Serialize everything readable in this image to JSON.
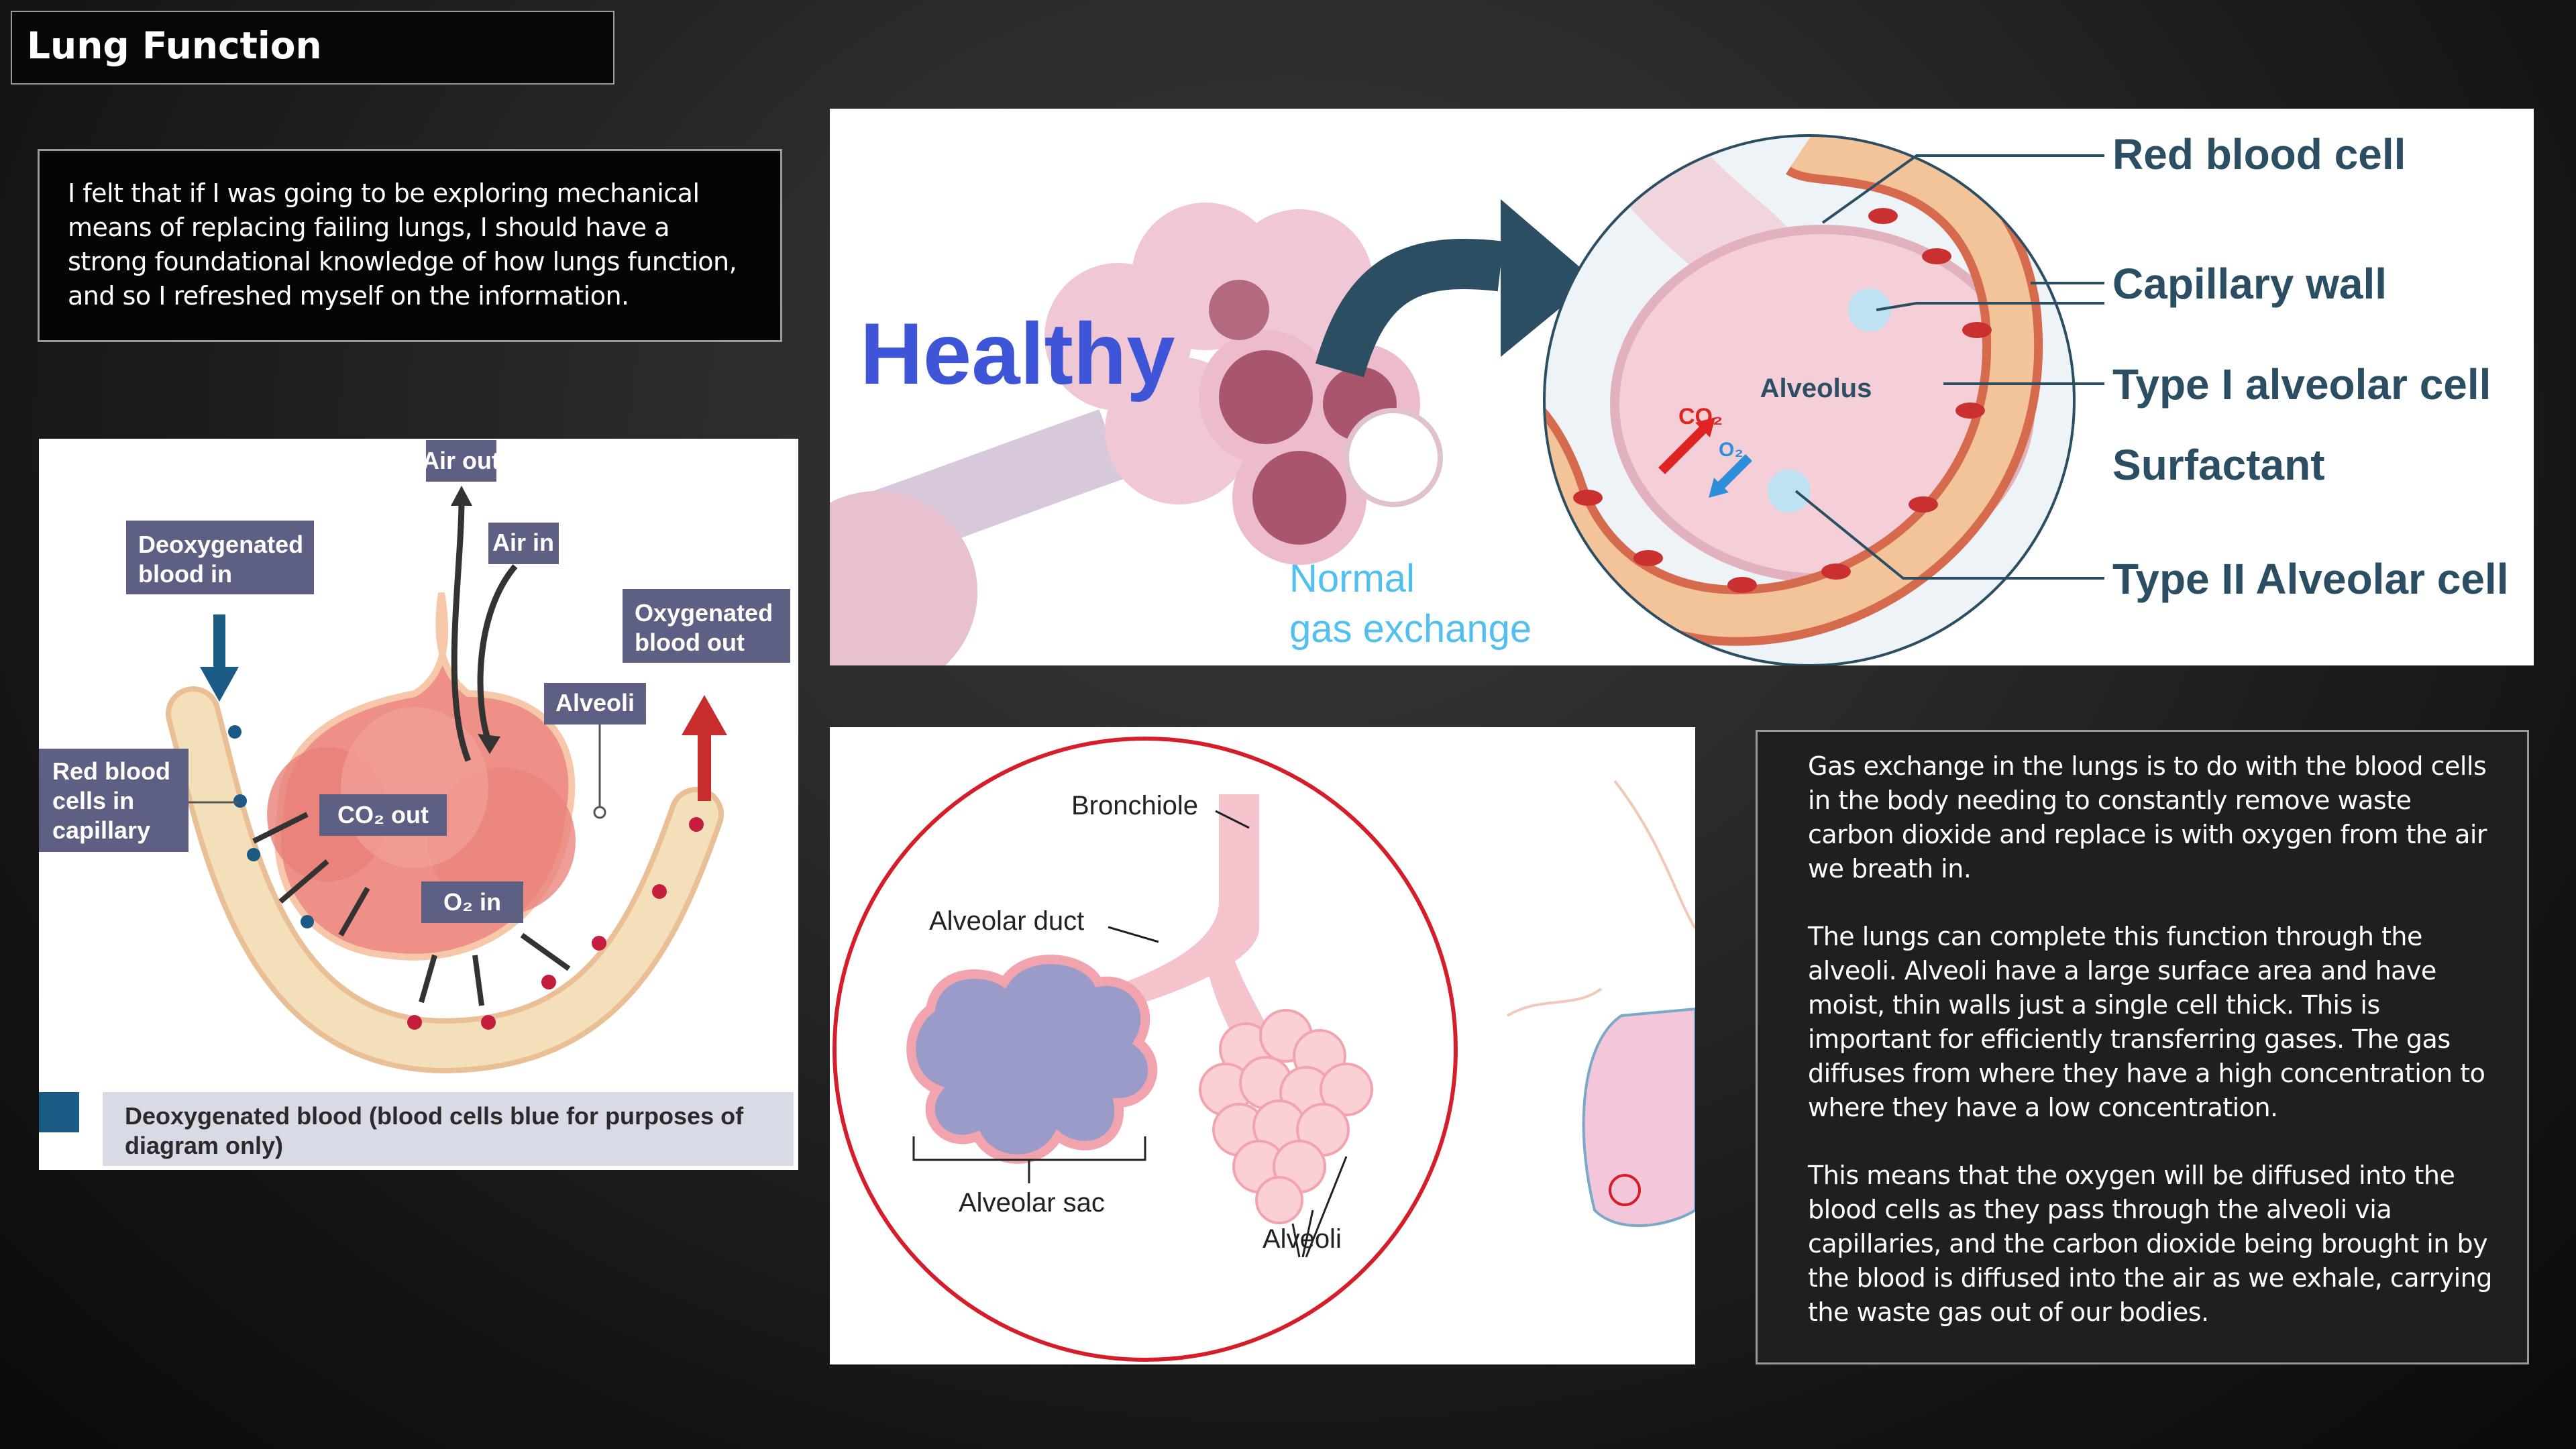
{
  "title": "Lung Function",
  "intro": "I felt that if I was going to be exploring mechanical means of replacing failing lungs, I should have a strong foundational knowledge of how lungs function, and so I refreshed myself on the information.",
  "info": {
    "p1": "Gas exchange in the lungs is to do with the blood cells in the body needing to constantly remove waste carbon dioxide and replace is with oxygen from the air we breath in.",
    "p2": "The lungs can complete this function through the alveoli. Alveoli have a large surface area and have moist, thin walls just a single cell thick. This is important for efficiently transferring gases. The gas diffuses from where they have a high concentration to where they have a low concentration.",
    "p3": "This means that the oxygen will be diffused into the blood cells as they pass through the alveoli via capillaries, and the carbon dioxide being brought in by the blood is diffused into the air as we exhale, carrying the waste gas out of our bodies."
  },
  "left_diagram": {
    "air_out": "Air out",
    "air_in": "Air in",
    "deoxy_in_1": "Deoxygenated",
    "deoxy_in_2": "blood in",
    "oxy_out_1": "Oxygenated",
    "oxy_out_2": "blood out",
    "alveoli": "Alveoli",
    "rbc_1": "Red blood",
    "rbc_2": "cells in",
    "rbc_3": "capillary",
    "co2_out": "CO₂ out",
    "o2_in": "O₂ in",
    "legend_1": "Deoxygenated blood (blood cells blue for purposes of",
    "legend_2": "diagram only)"
  },
  "healthy_diagram": {
    "healthy": "Healthy",
    "normal_1": "Normal",
    "normal_2": "gas exchange",
    "alveolus": "Alveolus",
    "co2": "CO₂",
    "o2": "O₂",
    "labels": [
      "Red blood cell",
      "Capillary wall",
      "Type I alveolar cell",
      "Surfactant",
      "Type II Alveolar cell"
    ]
  },
  "sac_diagram": {
    "bronchiole": "Bronchiole",
    "alveolar_duct": "Alveolar duct",
    "alveolar_sac": "Alveolar sac",
    "alveoli": "Alveoli"
  },
  "colors": {
    "pink_tissue": "#f2a9a1",
    "capillary": "#f2dcb2",
    "healthy_blue": "#3d55d6",
    "normal_blue": "#51bff0",
    "arrow_dark": "#2c4e63",
    "label_box": "#5d6083",
    "red_circle": "#d51e2a"
  }
}
